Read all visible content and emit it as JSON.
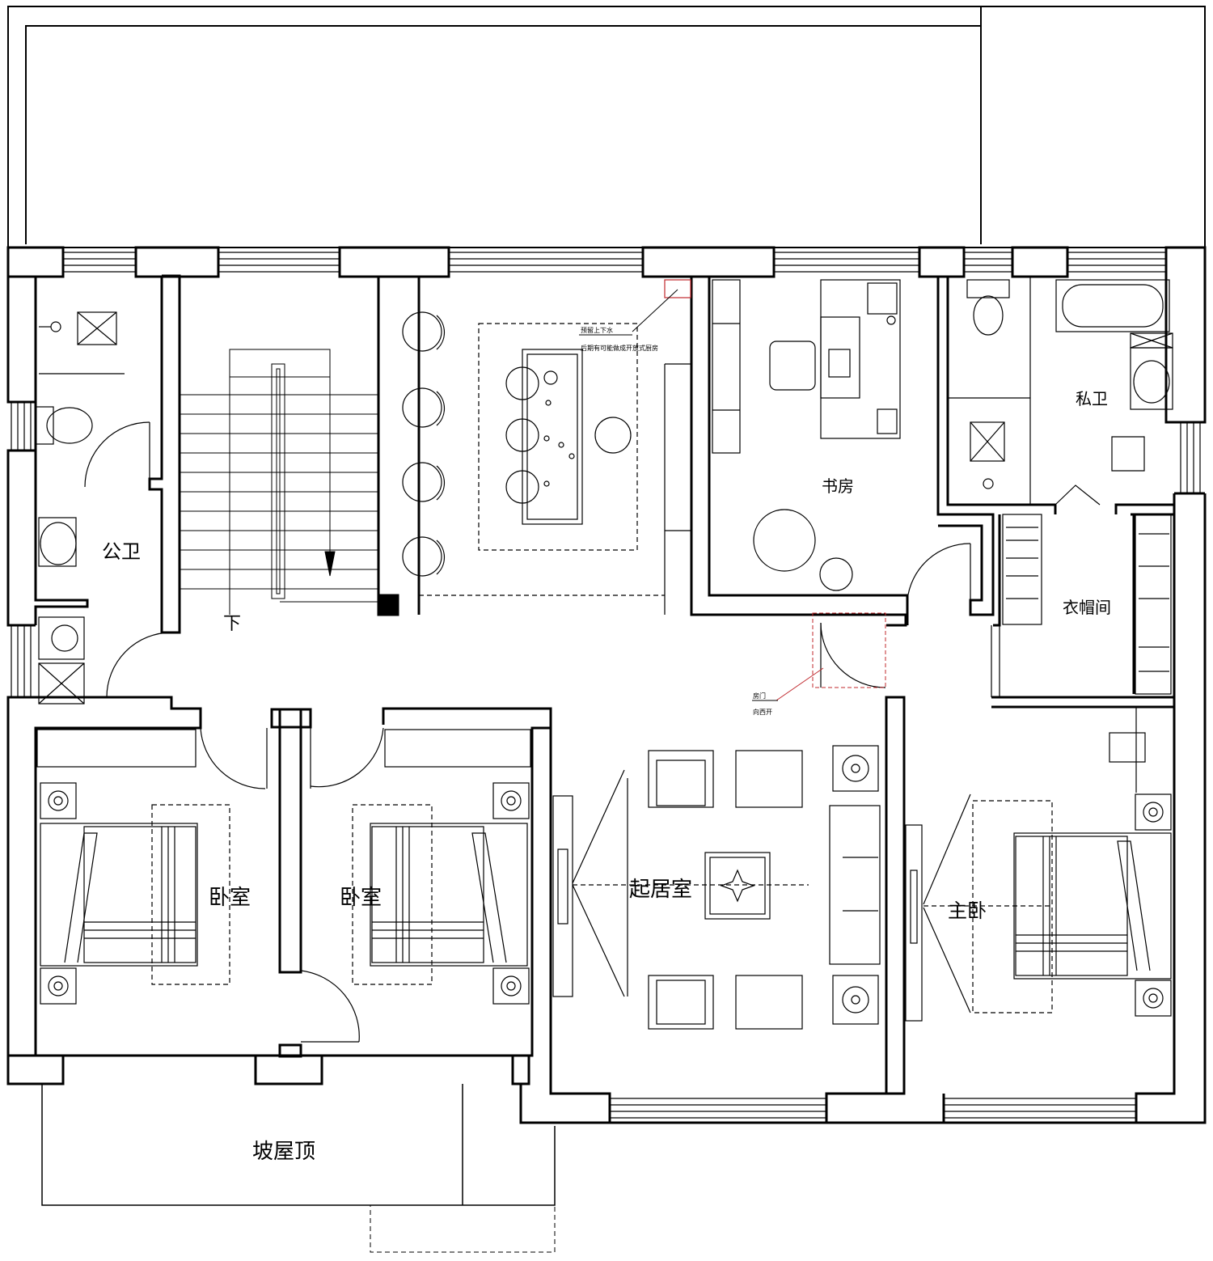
{
  "rooms": {
    "public_bath": "公卫",
    "private_bath": "私卫",
    "study": "书房",
    "cloakroom": "衣帽间",
    "bedroom_left": "卧室",
    "bedroom_center": "卧室",
    "living": "起居室",
    "master": "主卧",
    "slope_roof": "坡屋顶"
  },
  "stairs": {
    "down_label": "下"
  },
  "notes": {
    "plumbing_line1": "预留上下水",
    "plumbing_line2": "后期有可能做成开放式厨房",
    "door_line1": "房门",
    "door_line2": "向西开"
  },
  "colors": {
    "line": "#000000",
    "annotation": "#c0282d"
  }
}
